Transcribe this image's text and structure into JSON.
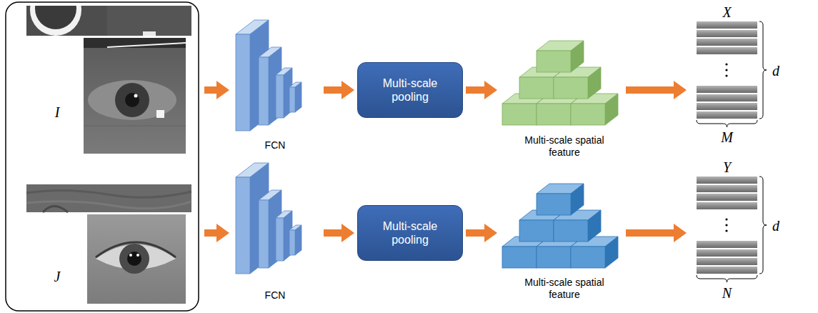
{
  "diagram": {
    "nodes": [
      {
        "text": [
          "I"
        ]
      },
      {
        "text": [
          "FCN"
        ]
      },
      {
        "text": [
          "Multi-scale pooling"
        ]
      },
      {
        "text": [
          "Multi-scale spatial feature"
        ]
      },
      {
        "text": [
          "X",
          "M",
          "d"
        ]
      },
      {
        "text": [
          "J"
        ]
      },
      {
        "text": [
          "FCN"
        ]
      },
      {
        "text": [
          "Multi-scale pooling"
        ]
      },
      {
        "text": [
          "Multi-scale spatial feature"
        ]
      },
      {
        "text": [
          "Y",
          "N",
          "d"
        ]
      }
    ],
    "edges": [
      {
        "from": 0,
        "to": 1,
        "arrow": "to"
      },
      {
        "from": 1,
        "to": 2,
        "arrow": "to"
      },
      {
        "from": 2,
        "to": 3,
        "arrow": "to"
      },
      {
        "from": 3,
        "to": 4,
        "arrow": "to"
      },
      {
        "from": 5,
        "to": 6,
        "arrow": "to"
      },
      {
        "from": 6,
        "to": 7,
        "arrow": "to"
      },
      {
        "from": 7,
        "to": 8,
        "arrow": "to"
      },
      {
        "from": 8,
        "to": 9,
        "arrow": "to"
      }
    ]
  }
}
